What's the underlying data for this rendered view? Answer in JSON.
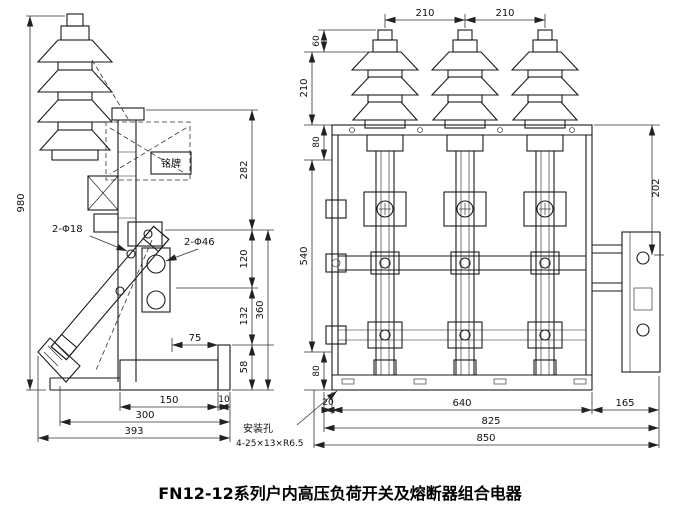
{
  "title": "FN12-12系列户内高压负荷开关及熔断器组合电器",
  "side_view": {
    "nameplate_label": "铭牌",
    "hole_label_small": "2-Φ18",
    "hole_label_large": "2-Φ46",
    "dim_height_overall": "980",
    "dim_282": "282",
    "dim_360": "360",
    "dim_120": "120",
    "dim_132": "132",
    "dim_58": "58",
    "dim_75": "75",
    "dim_150": "150",
    "dim_10": "10",
    "dim_300": "300",
    "dim_393": "393"
  },
  "front_view": {
    "dim_pitch_a": "210",
    "dim_pitch_b": "210",
    "dim_60": "60",
    "dim_210": "210",
    "dim_80_upper": "80",
    "dim_540": "540",
    "dim_80_lower": "80",
    "dim_202": "202",
    "dim_20": "20",
    "dim_640": "640",
    "dim_165": "165",
    "dim_825": "825",
    "dim_850": "850",
    "mount_hole_title": "安装孔",
    "mount_hole_spec": "4-25×13×R6.5"
  }
}
